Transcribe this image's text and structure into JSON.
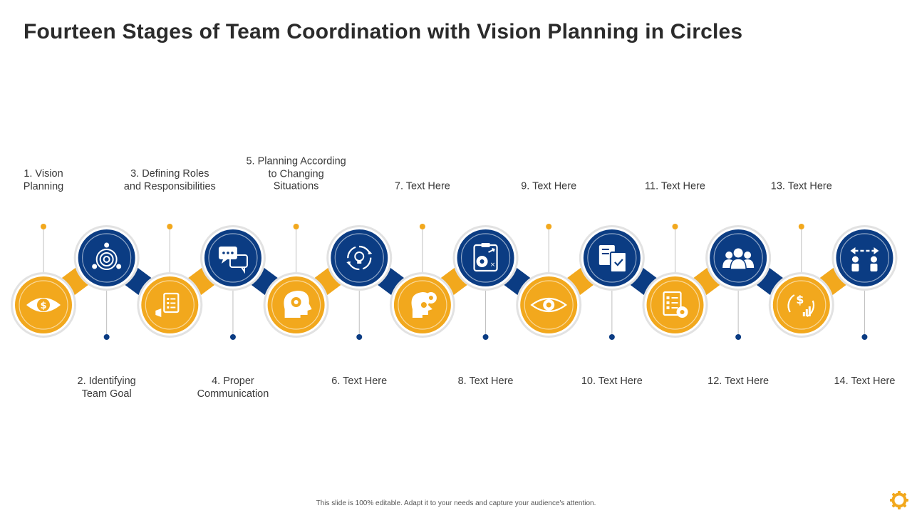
{
  "title": "Fourteen Stages of Team Coordination with Vision Planning in Circles",
  "footer": "This slide is 100% editable. Adapt it to your needs and capture your audience's attention.",
  "colors": {
    "yellow": "#F2A81D",
    "navy": "#0B3C83",
    "ring": "#E2E2E2",
    "connector_line": "#BFBFBF"
  },
  "stages": [
    {
      "label": "1. Vision\nPlanning",
      "icon": "eye-dollar-icon"
    },
    {
      "label": "2. Identifying\nTeam Goal",
      "icon": "target-team-icon"
    },
    {
      "label": "3. Defining Roles\nand Responsibilities",
      "icon": "checklist-megaphone-icon"
    },
    {
      "label": "4. Proper\nCommunication",
      "icon": "chat-bubbles-icon"
    },
    {
      "label": "5. Planning According\nto Changing\nSituations",
      "icon": "head-gear-icon"
    },
    {
      "label": "6. Text Here",
      "icon": "idea-cycle-icon"
    },
    {
      "label": "7. Text Here",
      "icon": "head-gears-icon"
    },
    {
      "label": "8. Text Here",
      "icon": "strategy-board-icon"
    },
    {
      "label": "9. Text Here",
      "icon": "eye-icon"
    },
    {
      "label": "10. Text Here",
      "icon": "documents-icon"
    },
    {
      "label": "11. Text Here",
      "icon": "report-gear-icon"
    },
    {
      "label": "12. Text Here",
      "icon": "team-group-icon"
    },
    {
      "label": "13. Text Here",
      "icon": "dollar-growth-icon"
    },
    {
      "label": "14. Text Here",
      "icon": "people-arrows-icon"
    }
  ]
}
